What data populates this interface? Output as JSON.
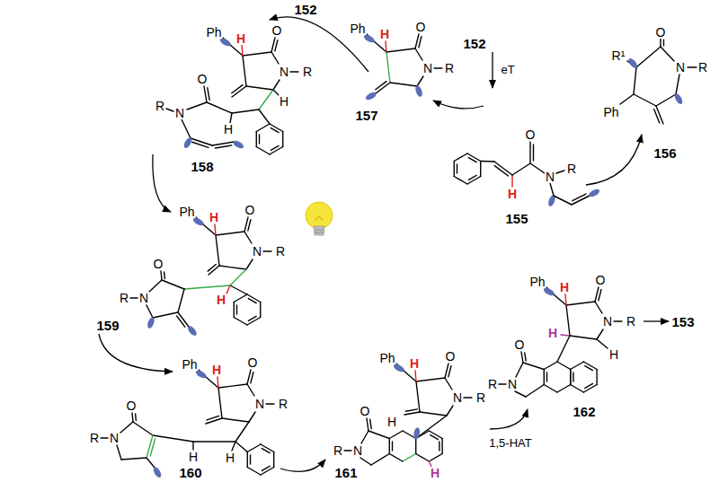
{
  "diagram": {
    "labels": [
      "152",
      "Ph",
      "H",
      "O",
      "N",
      "R",
      "157",
      "152",
      "eT",
      "O",
      "N",
      "R",
      "H",
      "155",
      "R¹",
      "O",
      "N",
      "R",
      "Ph",
      "156",
      "Ph",
      "H",
      "O",
      "N",
      "R",
      "H",
      "R",
      "N",
      "O",
      "H",
      "158",
      "Ph",
      "H",
      "O",
      "N",
      "R",
      "H",
      "O",
      "N",
      "R",
      "159",
      "Ph",
      "H",
      "O",
      "N",
      "R",
      "H",
      "H",
      "O",
      "N",
      "R",
      "160",
      "Ph",
      "H",
      "O",
      "N",
      "R",
      "H",
      "O",
      "N",
      "R",
      "H",
      "161",
      "1,5-HAT",
      "Ph",
      "H",
      "O",
      "N",
      "R",
      "H",
      "H",
      "O",
      "N",
      "R",
      "162",
      "153"
    ]
  }
}
